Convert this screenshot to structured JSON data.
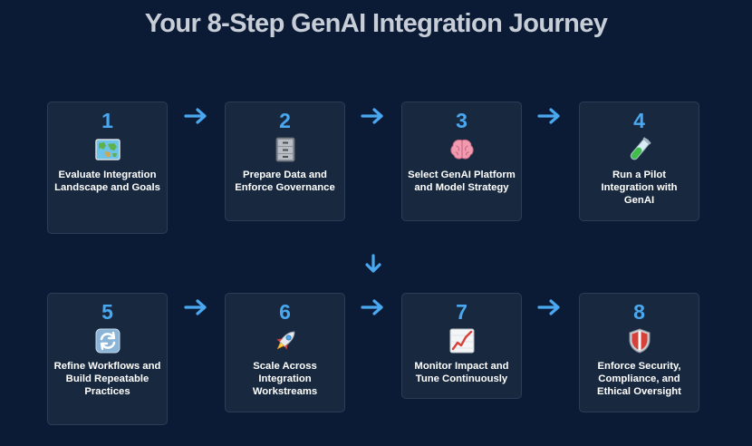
{
  "title": "Your 8-Step GenAI Integration Journey",
  "steps": [
    {
      "number": "1",
      "label": "Evaluate Integration Landscape and Goals",
      "icon": "world-map-icon"
    },
    {
      "number": "2",
      "label": "Prepare Data and Enforce Governance",
      "icon": "file-cabinet-icon"
    },
    {
      "number": "3",
      "label": "Select GenAI Platform and Model Strategy",
      "icon": "brain-icon"
    },
    {
      "number": "4",
      "label": "Run a Pilot Integration with GenAI",
      "icon": "test-tube-icon"
    },
    {
      "number": "5",
      "label": "Refine Workflows and Build Repeatable Practices",
      "icon": "refresh-arrows-icon"
    },
    {
      "number": "6",
      "label": "Scale Across Integration Workstreams",
      "icon": "rocket-icon"
    },
    {
      "number": "7",
      "label": "Monitor Impact and Tune Continuously",
      "icon": "trending-chart-icon"
    },
    {
      "number": "8",
      "label": "Enforce Security, Compliance, and Ethical Oversight",
      "icon": "shield-icon"
    }
  ],
  "colors": {
    "background": "#0c1b35",
    "card": "#18293f",
    "card_border": "#2a3d56",
    "accent": "#4aa8f0",
    "title": "#c8ced8"
  }
}
